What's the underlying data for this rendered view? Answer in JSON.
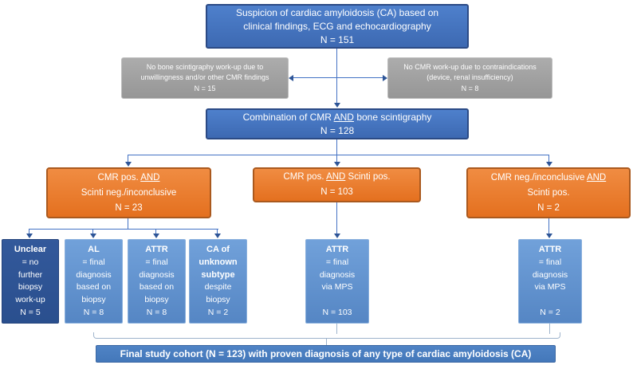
{
  "diagram_title": "Cardiac amyloidosis (CA) diagnostic work-up flowchart",
  "colors": {
    "main_blue": "#4472C4",
    "main_blue_border": "#2B4A85",
    "gray_box": "#A0A0A0",
    "orange": "#ED7D31",
    "orange_border": "#AA591E",
    "dark_navy": "#2E5597",
    "light_blue": "#6397D2",
    "final_blue": "#4A80C2",
    "connector_blue": "#4472C4",
    "arrowhead_navy": "#2E5597",
    "bracket_gray": "#9FB4CC"
  },
  "nodes": {
    "suspicion": {
      "line1": "Suspicion of cardiac amyloidosis (CA) based on",
      "line2": "clinical findings, ECG and echocardiography",
      "n": "N = 151"
    },
    "no_scinti": {
      "line1": "No bone scintigraphy work-up due to",
      "line2": "unwillingness and/or other CMR findings",
      "n": "N = 15"
    },
    "no_cmr": {
      "line1": "No CMR work-up due to contraindications",
      "line2": "(device, renal insufficiency)",
      "n": "N = 8"
    },
    "combination": {
      "pre": "Combination of CMR ",
      "and": "AND",
      "post": " bone scintigraphy",
      "n": "N = 128"
    },
    "branch_left": {
      "pre": "CMR pos. ",
      "and": "AND",
      "line2": "Scinti neg./inconclusive",
      "n": "N = 23"
    },
    "branch_mid": {
      "pre": "CMR pos. ",
      "and": "AND",
      "post": " Scinti pos.",
      "n": "N = 103"
    },
    "branch_right": {
      "pre": "CMR neg./inconclusive ",
      "and": "AND",
      "line2": "Scinti pos.",
      "n": "N = 2"
    },
    "unclear": {
      "title": "Unclear",
      "l1": "= no",
      "l2": "further",
      "l3": "biopsy",
      "l4": "work-up",
      "n": "N = 5"
    },
    "al": {
      "title": "AL",
      "l1": "= final",
      "l2": "diagnosis",
      "l3": "based on",
      "l4": "biopsy",
      "n": "N = 8"
    },
    "attr_biopsy": {
      "title": "ATTR",
      "l1": "= final",
      "l2": "diagnosis",
      "l3": "based on",
      "l4": "biopsy",
      "n": "N = 8"
    },
    "ca_unknown": {
      "t1": "CA of",
      "t2": "unknown",
      "t3": "subtype",
      "l1": "despite",
      "l2": "biopsy",
      "n": "N = 2"
    },
    "attr_mps_mid": {
      "title": "ATTR",
      "l1": "= final",
      "l2": "diagnosis",
      "l3": "via MPS",
      "n": "N = 103"
    },
    "attr_mps_right": {
      "title": "ATTR",
      "l1": "= final",
      "l2": "diagnosis",
      "l3": "via MPS",
      "n": "N = 2"
    },
    "final_cohort": {
      "text": "Final study cohort (N = 123) with proven diagnosis of any type of cardiac amyloidosis (CA)"
    }
  }
}
